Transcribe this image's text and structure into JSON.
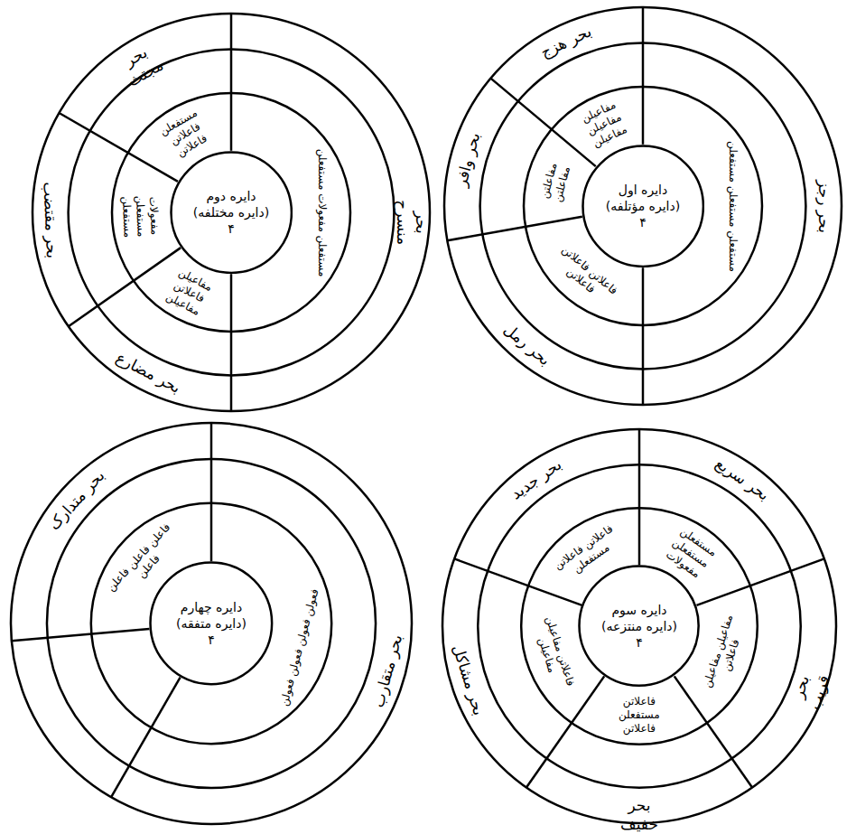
{
  "diagram": {
    "nodes": [
      {
        "text": [
          "دایره اول",
          "(دایره مؤتلفه)",
          "۴"
        ]
      },
      {
        "text": [
          "دایره دوم",
          "(دایره مختلفه)",
          "۴"
        ]
      },
      {
        "text": [
          "دایره سوم",
          "(دایره منتزعه)",
          "۴"
        ]
      },
      {
        "text": [
          "دایره چهارم",
          "(دایره متفقه)",
          "۴"
        ]
      }
    ],
    "labels": [
      "بحر رجز",
      "مستفعلن مستفعلن مستفعلن",
      "بحر رمل",
      "فاعلاتن فاعلاتن فاعلاتن",
      "بحر وافر",
      "مفاعلتن مفاعلتن",
      "بحر هزج",
      "مفاعیلن مفاعیلن مفاعیلن",
      "بحر منسرح",
      "مستفعلن مفعولات مستفعلن",
      "بحر مضارع",
      "مفاعیلن فاعلاتن مفاعیلن",
      "بحر مقتضب",
      "مفعولات مستفعلن مستفعلن",
      "بحر مجتث",
      "مستفعلن فاعلاتن فاعلاتن",
      "بحر سریع",
      "مستفعلن مستفعلن مفعولات",
      "بحر قریب",
      "مفاعیلن مفاعیلن فاعلاتن",
      "بحر خفیف",
      "فاعلاتن مستفعلن فاعلاتن",
      "بحر مشاکل",
      "فاعلاتن مفاعیلن مفاعیلن",
      "بحر جدید",
      "فاعلاتن فاعلاتن مستفعلن",
      "بحر متقارب",
      "فعولن فعولن فعولن فعولن",
      "بحر متدارک",
      "فاعلن فاعلن فاعلن فاعلن"
    ]
  }
}
